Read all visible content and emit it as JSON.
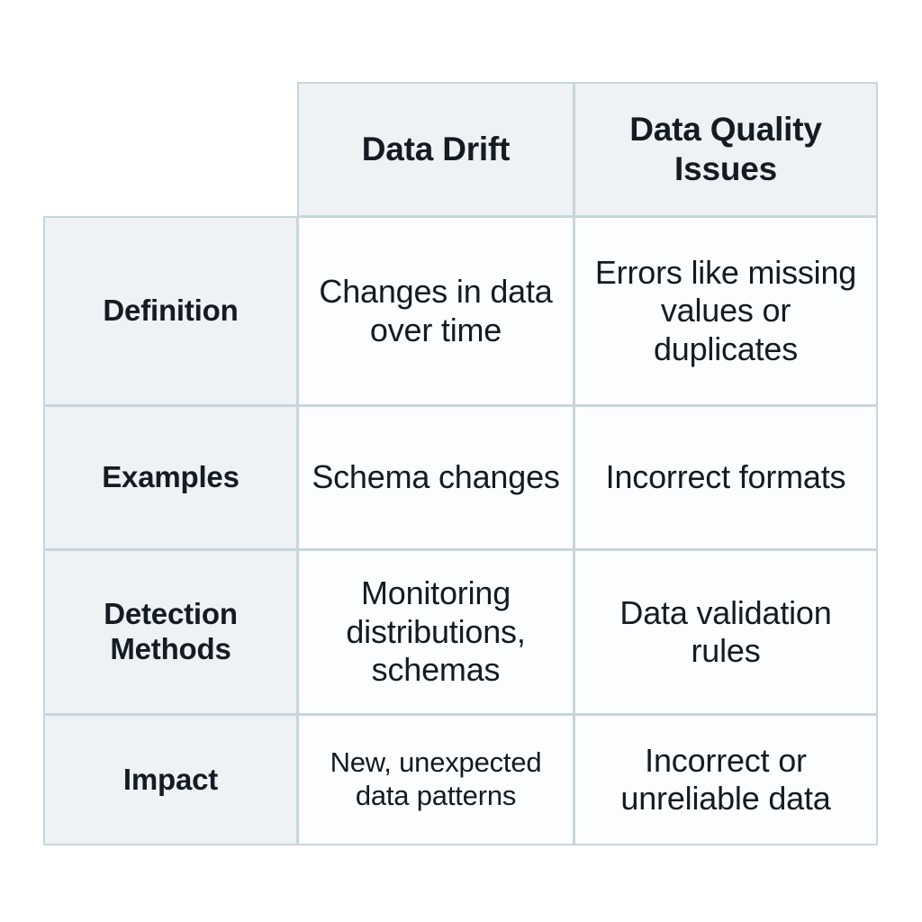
{
  "table": {
    "corner_label": "",
    "columns": [
      {
        "id": "data-drift",
        "label": "Data Drift"
      },
      {
        "id": "data-quality-issues",
        "label": "Data Quality Issues"
      }
    ],
    "rows": [
      {
        "id": "definition",
        "label": "Definition",
        "cells": [
          "Changes in data over time",
          "Errors like missing values or duplicates"
        ]
      },
      {
        "id": "examples",
        "label": "Examples",
        "cells": [
          "Schema changes",
          "Incorrect formats"
        ]
      },
      {
        "id": "detection-methods",
        "label": "Detection Methods",
        "cells": [
          "Monitoring distributions, schemas",
          "Data validation rules"
        ]
      },
      {
        "id": "impact",
        "label": "Impact",
        "cells": [
          "New, unexpected data patterns",
          "Incorrect or unreliable data"
        ]
      }
    ]
  },
  "style": {
    "border_color": "#c8d6dd",
    "header_fill": "#eef2f5",
    "label_fill": "#eef2f5",
    "body_fill": "#fcfdfe",
    "text_color": "#141b22",
    "page_background": "#ffffff"
  }
}
